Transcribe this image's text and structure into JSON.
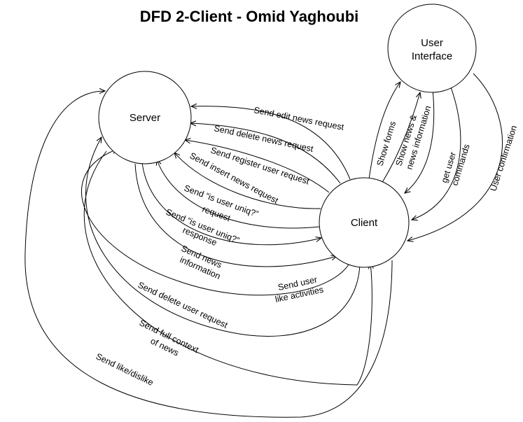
{
  "title": "DFD 2-Client - Omid Yaghoubi",
  "nodes": {
    "server": "Server",
    "client": "Client",
    "ui_line1": "User",
    "ui_line2": "Interface"
  },
  "flows": {
    "edit_news": "Send edit news request",
    "delete_news": "Send delete news request",
    "register_user": "Send register user request",
    "insert_news": "Send insert news request",
    "uniq_req_1": "Send  “is user uniq?”",
    "uniq_req_2": "request",
    "uniq_resp_1": "Send  “is user uniq?”",
    "uniq_resp_2": "response",
    "news_info_1": "Send news",
    "news_info_2": "information",
    "like_act_1": "Send user",
    "like_act_2": "like activities",
    "delete_user": "Send delete user request",
    "full_context_1": "Send full context",
    "full_context_2": "of news",
    "like_dislike": "Send like/dislike",
    "show_forms": "Show forms",
    "show_news_1": "Show news &",
    "show_news_2": "news information",
    "get_cmd_1": "get user",
    "get_cmd_2": "commands",
    "user_confirm": "User confirmation"
  }
}
